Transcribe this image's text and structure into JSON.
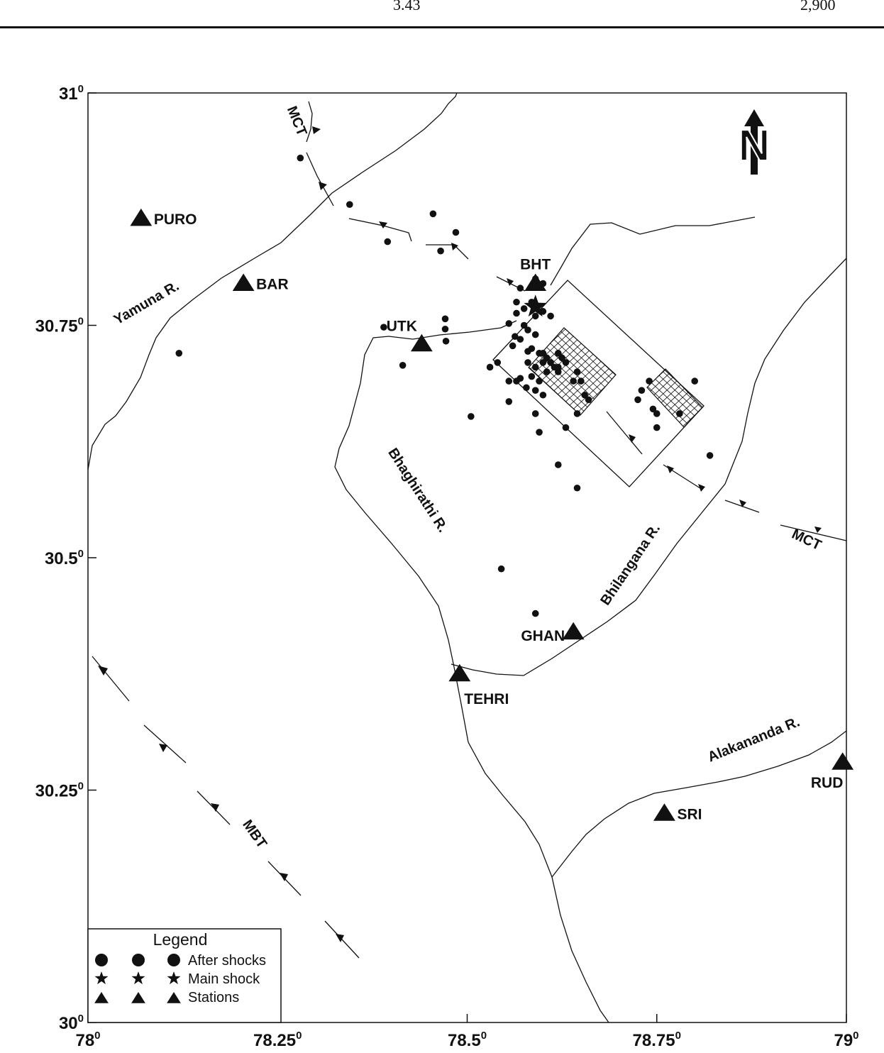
{
  "header": {
    "left_value": "3.43",
    "right_value": "2,900"
  },
  "axes": {
    "y_ticks": [
      {
        "value": 31.0,
        "base": "31",
        "sup": "0"
      },
      {
        "value": 30.75,
        "base": "30.75",
        "sup": "0"
      },
      {
        "value": 30.5,
        "base": "30.5",
        "sup": "0"
      },
      {
        "value": 30.25,
        "base": "30.25",
        "sup": "0"
      },
      {
        "value": 30.0,
        "base": "30",
        "sup": "0"
      }
    ],
    "x_ticks": [
      {
        "value": 78.0,
        "base": "78",
        "sup": "0"
      },
      {
        "value": 78.25,
        "base": "78.25",
        "sup": "0"
      },
      {
        "value": 78.5,
        "base": "78.5",
        "sup": "0"
      },
      {
        "value": 78.75,
        "base": "78.75",
        "sup": "0"
      },
      {
        "value": 79.0,
        "base": "79",
        "sup": "0"
      }
    ],
    "lon_range": [
      78.0,
      79.0
    ],
    "lat_range": [
      30.0,
      31.0
    ]
  },
  "north_arrow": {
    "label": "N"
  },
  "stations": [
    {
      "name": "PURO",
      "lon": 78.07,
      "lat": 30.865,
      "label_side": "right"
    },
    {
      "name": "BAR",
      "lon": 78.205,
      "lat": 30.795,
      "label_side": "right"
    },
    {
      "name": "BHT",
      "lon": 78.59,
      "lat": 30.795,
      "label_side": "above"
    },
    {
      "name": "UTK",
      "lon": 78.44,
      "lat": 30.73,
      "label_side": "above-left"
    },
    {
      "name": "GHAN",
      "lon": 78.64,
      "lat": 30.42,
      "label_side": "left"
    },
    {
      "name": "TEHRI",
      "lon": 78.49,
      "lat": 30.375,
      "label_side": "below"
    },
    {
      "name": "SRI",
      "lon": 78.76,
      "lat": 30.225,
      "label_side": "right"
    },
    {
      "name": "RUD",
      "lon": 78.995,
      "lat": 30.28,
      "label_side": "below-left"
    }
  ],
  "main_shock": {
    "lon": 78.59,
    "lat": 30.77
  },
  "aftershocks": [
    [
      78.28,
      30.93
    ],
    [
      78.345,
      30.88
    ],
    [
      78.395,
      30.84
    ],
    [
      78.455,
      30.87
    ],
    [
      78.485,
      30.85
    ],
    [
      78.465,
      30.83
    ],
    [
      78.12,
      30.72
    ],
    [
      78.39,
      30.748
    ],
    [
      78.415,
      30.707
    ],
    [
      78.471,
      30.757
    ],
    [
      78.471,
      30.746
    ],
    [
      78.472,
      30.733
    ],
    [
      78.505,
      30.652
    ],
    [
      78.57,
      30.79
    ],
    [
      78.59,
      30.8
    ],
    [
      78.6,
      30.795
    ],
    [
      78.555,
      30.752
    ],
    [
      78.565,
      30.775
    ],
    [
      78.565,
      30.763
    ],
    [
      78.575,
      30.768
    ],
    [
      78.585,
      30.775
    ],
    [
      78.59,
      30.76
    ],
    [
      78.6,
      30.765
    ],
    [
      78.61,
      30.76
    ],
    [
      78.575,
      30.75
    ],
    [
      78.58,
      30.745
    ],
    [
      78.59,
      30.74
    ],
    [
      78.57,
      30.735
    ],
    [
      78.563,
      30.738
    ],
    [
      78.56,
      30.728
    ],
    [
      78.58,
      30.722
    ],
    [
      78.585,
      30.725
    ],
    [
      78.595,
      30.72
    ],
    [
      78.6,
      30.72
    ],
    [
      78.605,
      30.715
    ],
    [
      78.61,
      30.71
    ],
    [
      78.615,
      30.705
    ],
    [
      78.62,
      30.72
    ],
    [
      78.625,
      30.715
    ],
    [
      78.6,
      30.71
    ],
    [
      78.59,
      30.705
    ],
    [
      78.58,
      30.71
    ],
    [
      78.585,
      30.695
    ],
    [
      78.595,
      30.69
    ],
    [
      78.605,
      30.7
    ],
    [
      78.62,
      30.7
    ],
    [
      78.63,
      30.71
    ],
    [
      78.64,
      30.69
    ],
    [
      78.645,
      30.7
    ],
    [
      78.65,
      30.69
    ],
    [
      78.655,
      30.675
    ],
    [
      78.66,
      30.67
    ],
    [
      78.62,
      30.705
    ],
    [
      78.57,
      30.693
    ],
    [
      78.578,
      30.683
    ],
    [
      78.59,
      30.68
    ],
    [
      78.6,
      30.675
    ],
    [
      78.565,
      30.69
    ],
    [
      78.555,
      30.69
    ],
    [
      78.54,
      30.71
    ],
    [
      78.53,
      30.705
    ],
    [
      78.555,
      30.668
    ],
    [
      78.59,
      30.655
    ],
    [
      78.63,
      30.64
    ],
    [
      78.595,
      30.635
    ],
    [
      78.62,
      30.6
    ],
    [
      78.645,
      30.655
    ],
    [
      78.74,
      30.69
    ],
    [
      78.73,
      30.68
    ],
    [
      78.725,
      30.67
    ],
    [
      78.745,
      30.66
    ],
    [
      78.75,
      30.655
    ],
    [
      78.78,
      30.655
    ],
    [
      78.75,
      30.64
    ],
    [
      78.8,
      30.69
    ],
    [
      78.82,
      30.61
    ],
    [
      78.645,
      30.575
    ],
    [
      78.545,
      30.488
    ],
    [
      78.59,
      30.44
    ]
  ],
  "rivers": [
    {
      "name": "Yamuna R.",
      "lon": 78.08,
      "lat": 30.77,
      "angle": -30
    },
    {
      "name": "Bhaghirathi R.",
      "lon": 78.43,
      "lat": 30.57,
      "angle": 57
    },
    {
      "name": "Bhilangana R.",
      "lon": 78.72,
      "lat": 30.49,
      "angle": -56
    },
    {
      "name": "Alakananda R.",
      "lon": 78.88,
      "lat": 30.3,
      "angle": -22
    }
  ],
  "faults": [
    {
      "name": "MCT",
      "lon": 78.27,
      "lat": 30.968,
      "angle": 68
    },
    {
      "name": "MCT",
      "lon": 78.945,
      "lat": 30.515,
      "angle": 25
    },
    {
      "name": "MBT",
      "lon": 78.215,
      "lat": 30.2,
      "angle": 55
    }
  ],
  "legend": {
    "title": "Legend",
    "items": [
      {
        "symbol": "circle",
        "label": "After shocks"
      },
      {
        "symbol": "star",
        "label": "Main shock"
      },
      {
        "symbol": "triangle",
        "label": "Stations"
      }
    ]
  }
}
